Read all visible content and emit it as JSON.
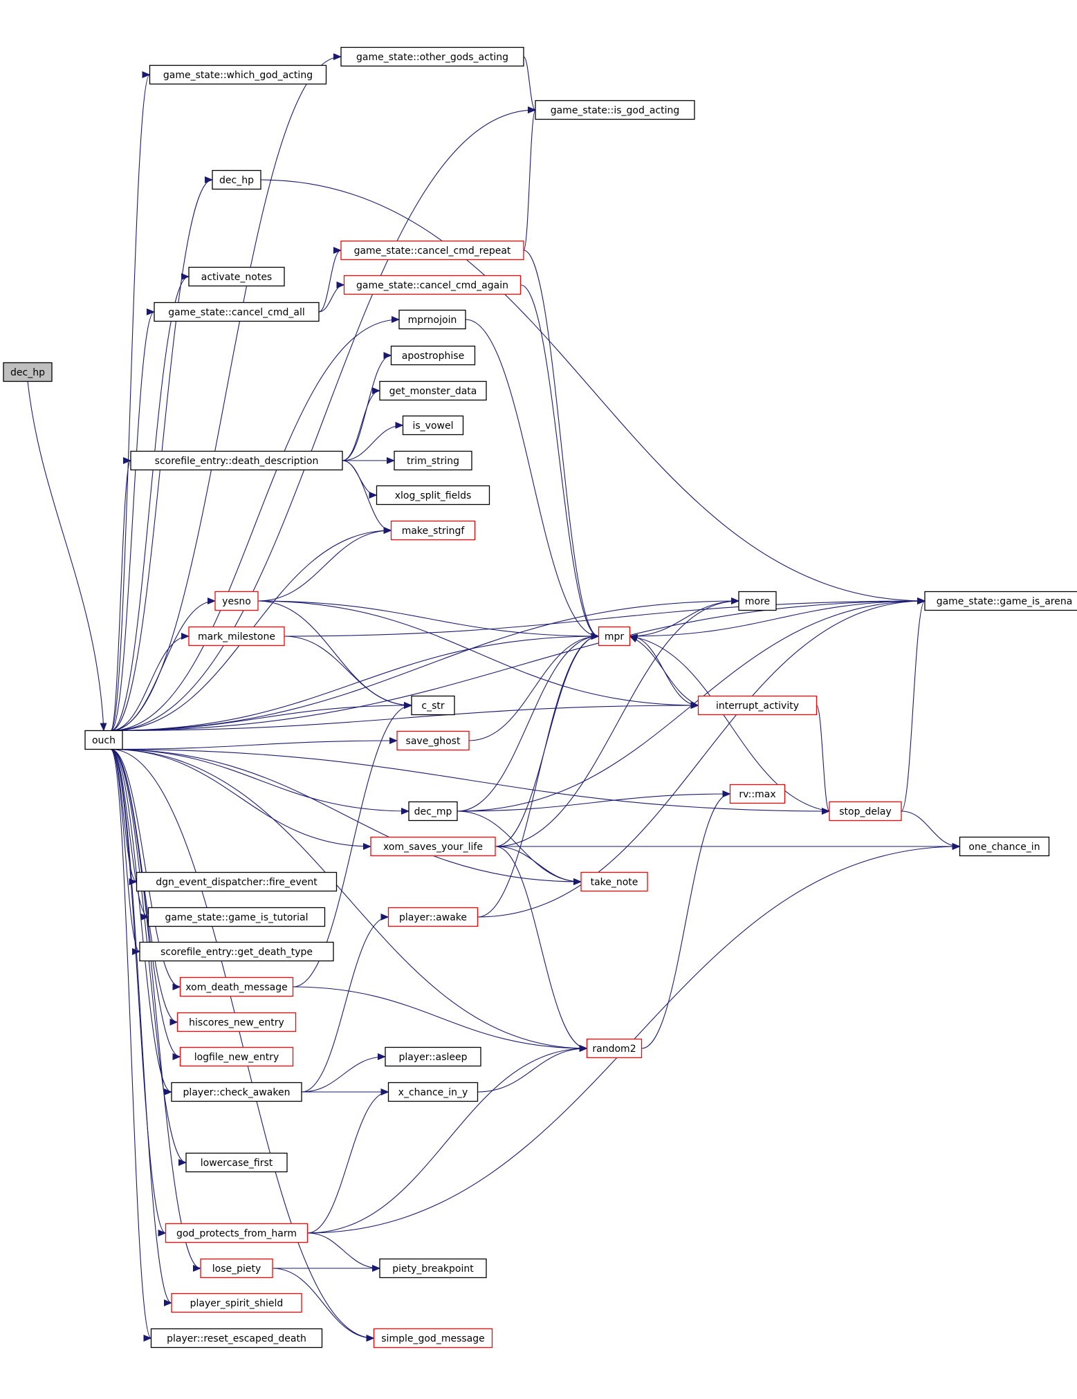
{
  "colors": {
    "edge": "#191970",
    "node_border": "#000000",
    "node_border_truncated": "#ff0000",
    "root_fill": "#bfbfbf",
    "node_fill": "#ffffff",
    "background": "#ffffff"
  },
  "graph": {
    "title": "",
    "nodes": {
      "dec_hp_root": {
        "label": "dec_hp",
        "root": true
      },
      "ouch": {
        "label": "ouch"
      },
      "which_god_acting": {
        "label": "game_state::which_god_acting"
      },
      "other_gods_acting": {
        "label": "game_state::other_gods_acting"
      },
      "is_god_acting": {
        "label": "game_state::is_god_acting"
      },
      "dec_hp": {
        "label": "dec_hp"
      },
      "cancel_cmd_repeat": {
        "label": "game_state::cancel_cmd_repeat",
        "truncated": true
      },
      "activate_notes": {
        "label": "activate_notes"
      },
      "cancel_cmd_again": {
        "label": "game_state::cancel_cmd_again",
        "truncated": true
      },
      "cancel_cmd_all": {
        "label": "game_state::cancel_cmd_all"
      },
      "mprnojoin": {
        "label": "mprnojoin"
      },
      "apostrophise": {
        "label": "apostrophise"
      },
      "get_monster_data": {
        "label": "get_monster_data"
      },
      "is_vowel": {
        "label": "is_vowel"
      },
      "death_description": {
        "label": "scorefile_entry::death_description"
      },
      "trim_string": {
        "label": "trim_string"
      },
      "xlog_split_fields": {
        "label": "xlog_split_fields"
      },
      "make_stringf": {
        "label": "make_stringf",
        "truncated": true
      },
      "more": {
        "label": "more"
      },
      "game_is_arena": {
        "label": "game_state::game_is_arena"
      },
      "yesno": {
        "label": "yesno",
        "truncated": true
      },
      "mpr": {
        "label": "mpr",
        "truncated": true
      },
      "mark_milestone": {
        "label": "mark_milestone",
        "truncated": true
      },
      "c_str": {
        "label": "c_str"
      },
      "interrupt_activity": {
        "label": "interrupt_activity",
        "truncated": true
      },
      "save_ghost": {
        "label": "save_ghost",
        "truncated": true
      },
      "rv_max": {
        "label": "rv::max",
        "truncated": true
      },
      "dec_mp": {
        "label": "dec_mp"
      },
      "stop_delay": {
        "label": "stop_delay",
        "truncated": true
      },
      "xom_saves_your_life": {
        "label": "xom_saves_your_life",
        "truncated": true
      },
      "one_chance_in": {
        "label": "one_chance_in"
      },
      "fire_event": {
        "label": "dgn_event_dispatcher::fire_event"
      },
      "take_note": {
        "label": "take_note",
        "truncated": true
      },
      "game_is_tutorial": {
        "label": "game_state::game_is_tutorial"
      },
      "player_awake": {
        "label": "player::awake",
        "truncated": true
      },
      "get_death_type": {
        "label": "scorefile_entry::get_death_type"
      },
      "xom_death_message": {
        "label": "xom_death_message",
        "truncated": true
      },
      "hiscores_new_entry": {
        "label": "hiscores_new_entry",
        "truncated": true
      },
      "random2": {
        "label": "random2",
        "truncated": true
      },
      "logfile_new_entry": {
        "label": "logfile_new_entry",
        "truncated": true
      },
      "player_asleep": {
        "label": "player::asleep"
      },
      "check_awaken": {
        "label": "player::check_awaken"
      },
      "x_chance_in_y": {
        "label": "x_chance_in_y"
      },
      "lowercase_first": {
        "label": "lowercase_first"
      },
      "god_protects_from_harm": {
        "label": "god_protects_from_harm",
        "truncated": true
      },
      "lose_piety": {
        "label": "lose_piety",
        "truncated": true
      },
      "piety_breakpoint": {
        "label": "piety_breakpoint"
      },
      "player_spirit_shield": {
        "label": "player_spirit_shield",
        "truncated": true
      },
      "reset_escaped_death": {
        "label": "player::reset_escaped_death"
      },
      "simple_god_message": {
        "label": "simple_god_message",
        "truncated": true
      }
    },
    "edges": [
      [
        "dec_hp_root",
        "ouch"
      ],
      [
        "ouch",
        "which_god_acting"
      ],
      [
        "ouch",
        "other_gods_acting"
      ],
      [
        "ouch",
        "is_god_acting"
      ],
      [
        "ouch",
        "dec_hp"
      ],
      [
        "ouch",
        "cancel_cmd_all"
      ],
      [
        "ouch",
        "activate_notes"
      ],
      [
        "ouch",
        "mprnojoin"
      ],
      [
        "ouch",
        "death_description"
      ],
      [
        "ouch",
        "make_stringf"
      ],
      [
        "ouch",
        "yesno"
      ],
      [
        "ouch",
        "mark_milestone"
      ],
      [
        "ouch",
        "c_str"
      ],
      [
        "ouch",
        "save_ghost"
      ],
      [
        "ouch",
        "interrupt_activity"
      ],
      [
        "ouch",
        "dec_mp"
      ],
      [
        "ouch",
        "xom_saves_your_life"
      ],
      [
        "ouch",
        "take_note"
      ],
      [
        "ouch",
        "fire_event"
      ],
      [
        "ouch",
        "game_is_tutorial"
      ],
      [
        "ouch",
        "get_death_type"
      ],
      [
        "ouch",
        "xom_death_message"
      ],
      [
        "ouch",
        "hiscores_new_entry"
      ],
      [
        "ouch",
        "logfile_new_entry"
      ],
      [
        "ouch",
        "check_awaken"
      ],
      [
        "ouch",
        "random2"
      ],
      [
        "ouch",
        "lowercase_first"
      ],
      [
        "ouch",
        "stop_delay"
      ],
      [
        "ouch",
        "god_protects_from_harm"
      ],
      [
        "ouch",
        "lose_piety"
      ],
      [
        "ouch",
        "player_spirit_shield"
      ],
      [
        "ouch",
        "reset_escaped_death"
      ],
      [
        "ouch",
        "simple_god_message"
      ],
      [
        "ouch",
        "game_is_arena"
      ],
      [
        "ouch",
        "more"
      ],
      [
        "ouch",
        "mpr"
      ],
      [
        "other_gods_acting",
        "is_god_acting"
      ],
      [
        "dec_hp",
        "game_is_arena"
      ],
      [
        "cancel_cmd_all",
        "cancel_cmd_repeat"
      ],
      [
        "cancel_cmd_all",
        "cancel_cmd_again"
      ],
      [
        "cancel_cmd_repeat",
        "is_god_acting"
      ],
      [
        "cancel_cmd_repeat",
        "mpr"
      ],
      [
        "cancel_cmd_again",
        "mpr"
      ],
      [
        "mprnojoin",
        "mpr"
      ],
      [
        "death_description",
        "apostrophise"
      ],
      [
        "death_description",
        "get_monster_data"
      ],
      [
        "death_description",
        "is_vowel"
      ],
      [
        "death_description",
        "trim_string"
      ],
      [
        "death_description",
        "xlog_split_fields"
      ],
      [
        "death_description",
        "make_stringf"
      ],
      [
        "yesno",
        "make_stringf"
      ],
      [
        "yesno",
        "mpr"
      ],
      [
        "yesno",
        "c_str"
      ],
      [
        "yesno",
        "interrupt_activity"
      ],
      [
        "mark_milestone",
        "game_is_arena"
      ],
      [
        "mark_milestone",
        "c_str"
      ],
      [
        "save_ghost",
        "mpr"
      ],
      [
        "mpr",
        "more"
      ],
      [
        "mpr",
        "game_is_arena"
      ],
      [
        "mpr",
        "interrupt_activity"
      ],
      [
        "interrupt_activity",
        "mpr"
      ],
      [
        "interrupt_activity",
        "stop_delay"
      ],
      [
        "dec_mp",
        "mpr"
      ],
      [
        "dec_mp",
        "game_is_arena"
      ],
      [
        "dec_mp",
        "rv_max"
      ],
      [
        "dec_mp",
        "take_note"
      ],
      [
        "stop_delay",
        "mpr"
      ],
      [
        "stop_delay",
        "game_is_arena"
      ],
      [
        "stop_delay",
        "one_chance_in"
      ],
      [
        "xom_saves_your_life",
        "mpr"
      ],
      [
        "xom_saves_your_life",
        "more"
      ],
      [
        "xom_saves_your_life",
        "one_chance_in"
      ],
      [
        "xom_saves_your_life",
        "take_note"
      ],
      [
        "xom_saves_your_life",
        "random2"
      ],
      [
        "player_awake",
        "mpr"
      ],
      [
        "player_awake",
        "game_is_arena"
      ],
      [
        "xom_death_message",
        "c_str"
      ],
      [
        "xom_death_message",
        "random2"
      ],
      [
        "random2",
        "rv_max"
      ],
      [
        "check_awaken",
        "player_awake"
      ],
      [
        "check_awaken",
        "player_asleep"
      ],
      [
        "check_awaken",
        "x_chance_in_y"
      ],
      [
        "x_chance_in_y",
        "random2"
      ],
      [
        "god_protects_from_harm",
        "x_chance_in_y"
      ],
      [
        "god_protects_from_harm",
        "random2"
      ],
      [
        "god_protects_from_harm",
        "one_chance_in"
      ],
      [
        "god_protects_from_harm",
        "piety_breakpoint"
      ],
      [
        "lose_piety",
        "piety_breakpoint"
      ],
      [
        "lose_piety",
        "simple_god_message"
      ]
    ]
  }
}
